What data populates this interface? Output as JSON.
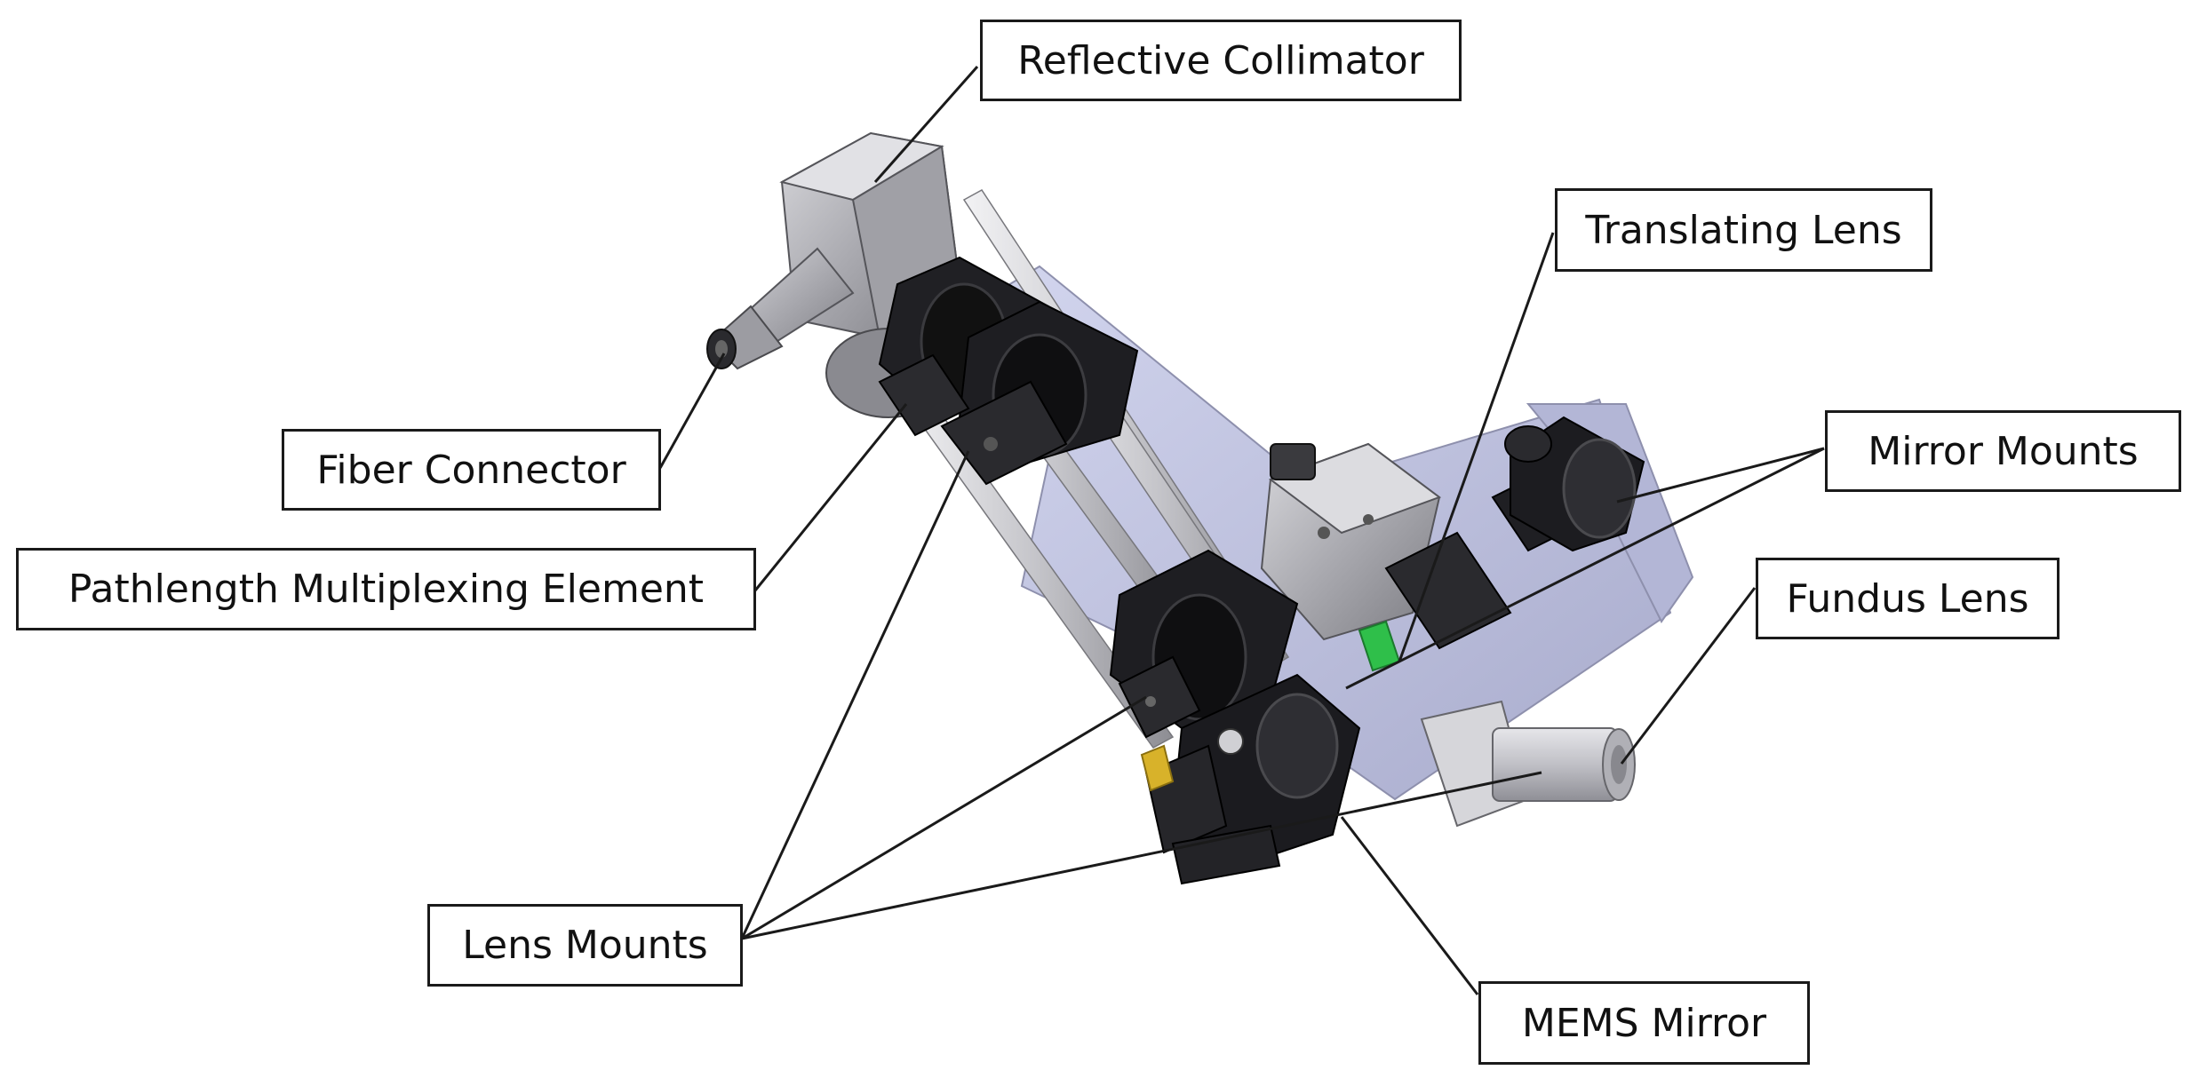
{
  "labels": {
    "reflective_collimator": "Reflective Collimator",
    "translating_lens": "Translating Lens",
    "fiber_connector": "Fiber Connector",
    "mirror_mounts": "Mirror Mounts",
    "pathlength_multiplexing_element": "Pathlength Multiplexing Element",
    "fundus_lens": "Fundus Lens",
    "lens_mounts": "Lens Mounts",
    "mems_mirror": "MEMS Mirror"
  },
  "colors": {
    "background": "#ffffff",
    "leader_line": "#1a1a1a",
    "metal_light": "#c9c9cc",
    "metal_mid": "#9a9aa0",
    "metal_dark": "#6e6e74",
    "black_part": "#1c1c1e",
    "base_plate": "#c4c7e6",
    "accent_green": "#2fbf4a",
    "accent_yellow": "#d8b22a"
  }
}
